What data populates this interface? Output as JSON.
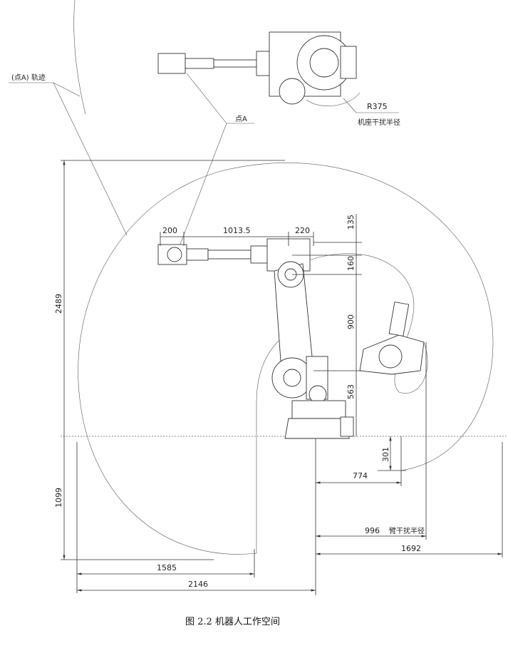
{
  "labels": {
    "trajectory": "(点A) 轨迹",
    "point_a": "点A",
    "base_radius_value": "R375",
    "base_radius_label": "机座干扰半径",
    "arm_radius_label": "臂干扰半径"
  },
  "dimensions": {
    "d200": "200",
    "d1013": "1013.5",
    "d220": "220",
    "d135": "135",
    "d160": "160",
    "d900": "900",
    "d563": "563",
    "d2489": "2489",
    "d1099": "1099",
    "d301": "301",
    "d774": "774",
    "d996": "996",
    "d1692": "1692",
    "d1585": "1585",
    "d2146": "2146"
  },
  "caption": "图 2.2  机器人工作空间"
}
